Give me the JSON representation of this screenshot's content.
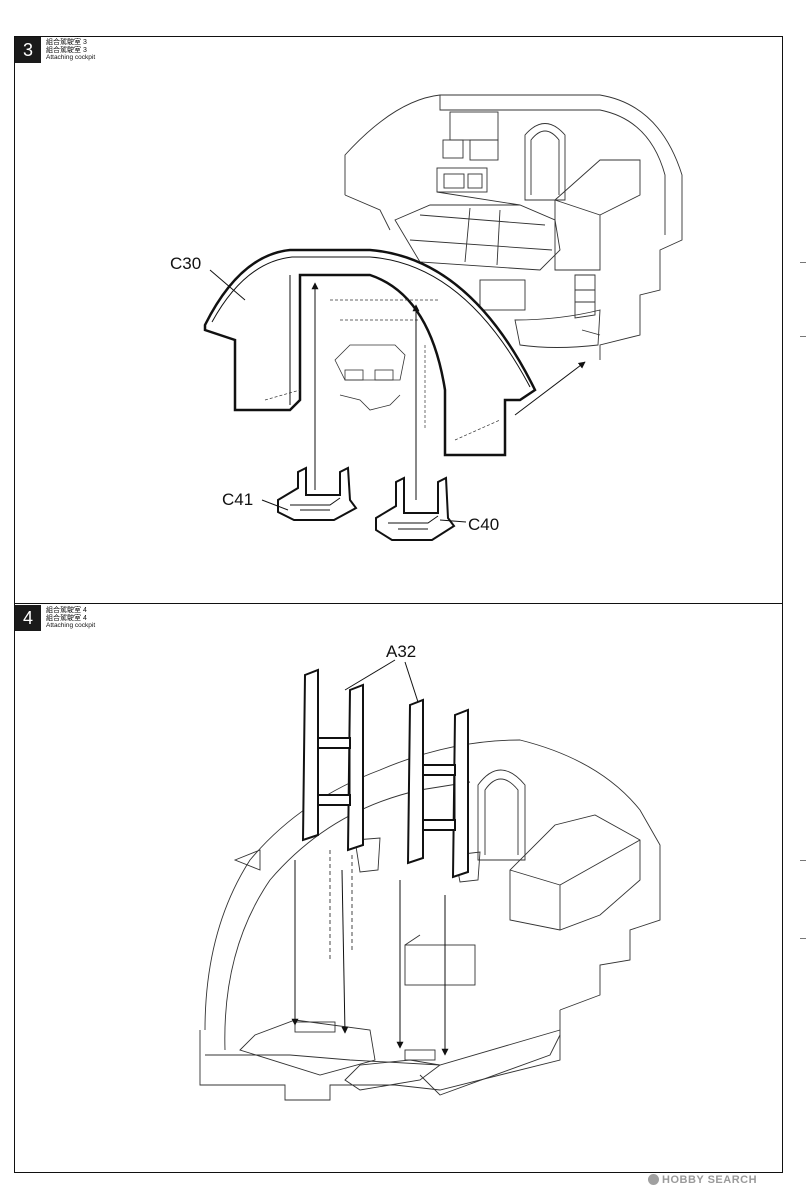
{
  "step3": {
    "number": "3",
    "caption_zh_1": "組合駕駛室 3",
    "caption_zh_2": "組合駕駛室 3",
    "caption_en": "Attaching cockpit",
    "labels": {
      "c30": "C30",
      "c41": "C41",
      "c40": "C40"
    }
  },
  "step4": {
    "number": "4",
    "caption_zh_1": "組合駕駛室 4",
    "caption_zh_2": "組合駕駛室 4",
    "caption_en": "Attaching cockpit",
    "labels": {
      "a32": "A32"
    }
  },
  "watermark": {
    "text": "HOBBY SEARCH"
  }
}
